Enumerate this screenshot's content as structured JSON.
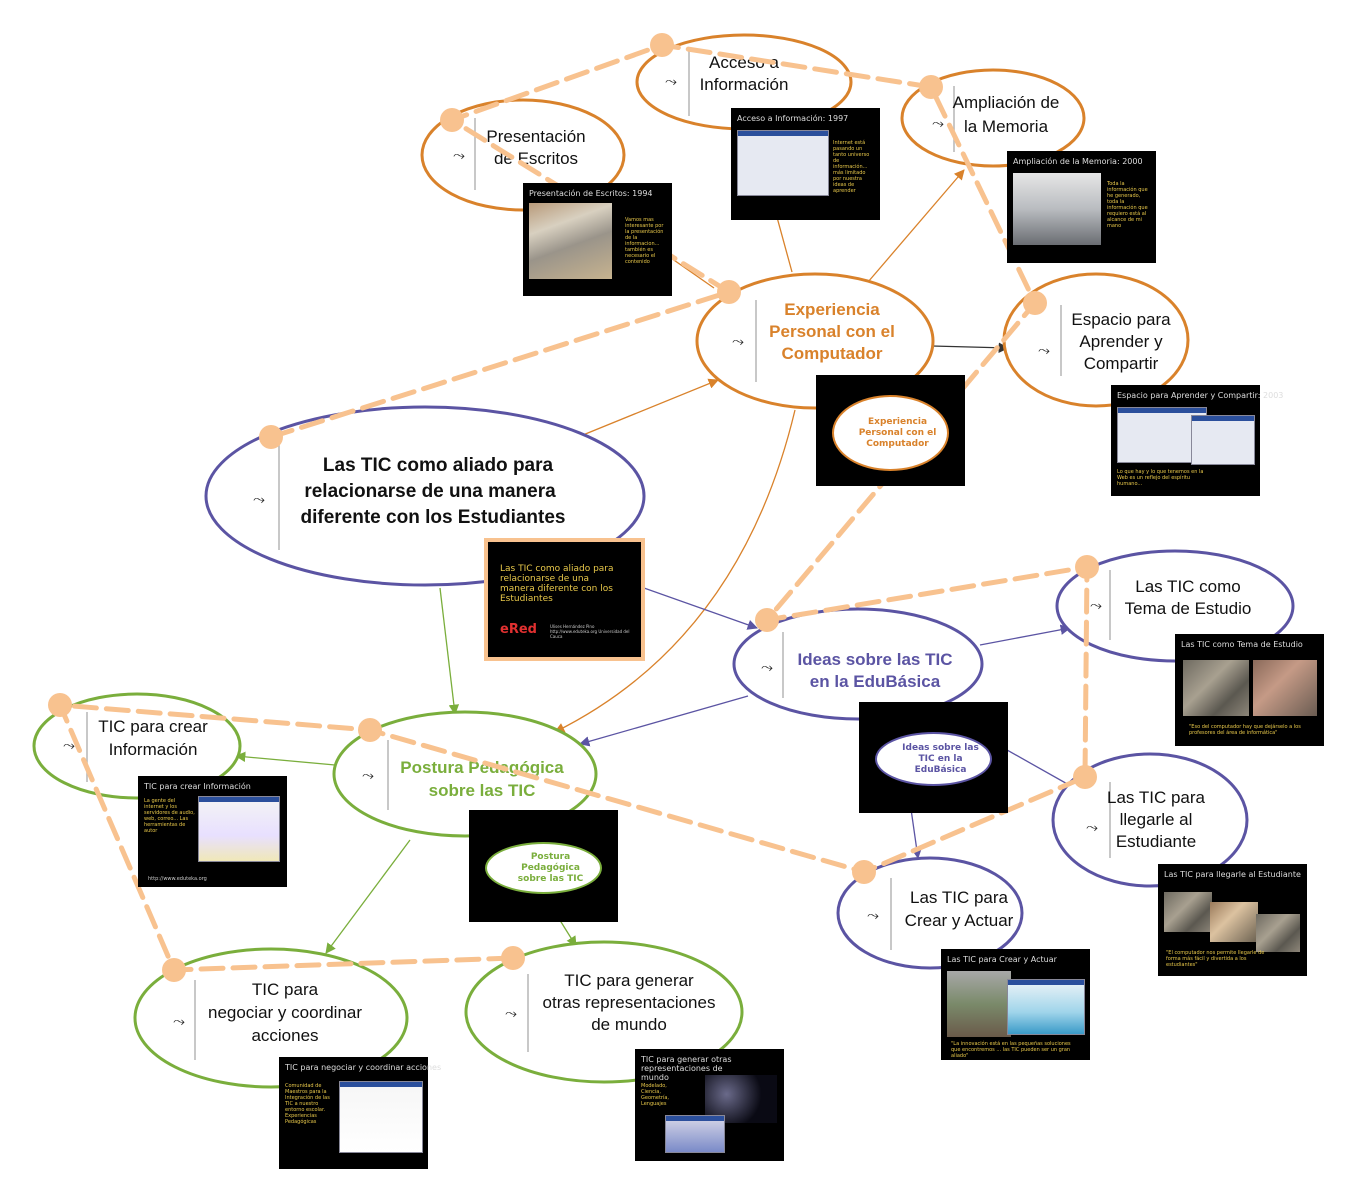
{
  "nodes": [
    {
      "id": "acceso",
      "lines": [
        "Acceso a",
        "Información"
      ],
      "color": "#d9822b",
      "bold": false
    },
    {
      "id": "presentacion",
      "lines": [
        "Presentación",
        "de Escritos"
      ],
      "color": "#d9822b",
      "bold": false
    },
    {
      "id": "ampliacion",
      "lines": [
        "Ampliación de",
        "la Memoria"
      ],
      "color": "#d9822b",
      "bold": false
    },
    {
      "id": "experiencia",
      "lines": [
        "Experiencia",
        "Personal con el",
        "Computador"
      ],
      "color": "#d9822b",
      "bold": true
    },
    {
      "id": "espacio",
      "lines": [
        "Espacio para",
        "Aprender y",
        "Compartir"
      ],
      "color": "#d9822b",
      "bold": false
    },
    {
      "id": "central",
      "lines": [
        "Las TIC como aliado para",
        "relacionarse de una manera",
        "diferente con los Estudiantes"
      ],
      "color": "#5b54a3",
      "bold": true
    },
    {
      "id": "ideas",
      "lines": [
        "Ideas sobre las TIC",
        "en la EduBásica"
      ],
      "color": "#5b54a3",
      "bold": true
    },
    {
      "id": "tema",
      "lines": [
        "Las TIC como",
        "Tema de Estudio"
      ],
      "color": "#5b54a3",
      "bold": false
    },
    {
      "id": "llegarle",
      "lines": [
        "Las TIC para",
        "llegarle al",
        "Estudiante"
      ],
      "color": "#5b54a3",
      "bold": false
    },
    {
      "id": "crearactuar",
      "lines": [
        "Las TIC para",
        "Crear y Actuar"
      ],
      "color": "#5b54a3",
      "bold": false
    },
    {
      "id": "postura",
      "lines": [
        "Postura Pedagógica",
        "sobre las TIC"
      ],
      "color": "#7aae3c",
      "bold": true
    },
    {
      "id": "crearinfo",
      "lines": [
        "TIC para crear",
        "Información"
      ],
      "color": "#7aae3c",
      "bold": false
    },
    {
      "id": "negociar",
      "lines": [
        "TIC para",
        "negociar y coordinar",
        "acciones"
      ],
      "color": "#7aae3c",
      "bold": false
    },
    {
      "id": "generar",
      "lines": [
        "TIC para generar",
        "otras representaciones",
        "de mundo"
      ],
      "color": "#7aae3c",
      "bold": false
    }
  ],
  "thumbnails": {
    "acceso": {
      "title": "Acceso a Información: 1997",
      "text": "Internet está pasando un tanto universo de información... más limitado por nuestra ideas de aprender"
    },
    "presentacion": {
      "title": "Presentación de Escritos: 1994",
      "text": "Vamos mas interesante por la presentación de la informacion... también es necesario el contenido"
    },
    "ampliacion": {
      "title": "Ampliación de la Memoria: 2000",
      "text": "Toda la información que he generado, toda la información que requiero está al alcance de mi mano"
    },
    "experiencia": {
      "title": "",
      "text": ""
    },
    "espacio": {
      "title": "Espacio para Aprender y Compartir: 2003",
      "text": "Lo que hay y lo que tenemos en la Web es un reflejo del espíritu humano..."
    },
    "central": {
      "title": "",
      "text": "Las TIC como aliado para relacionarse de una manera diferente con los Estudiantes",
      "footer": "Ulises Hernández Pino http://www.eduteka.org Universidad del Cauca",
      "logo": "eRed"
    },
    "tema": {
      "title": "Las TIC como Tema de Estudio",
      "text": "\"Eso del computador hay que dejárselo a los profesores del área de informática\""
    },
    "llegarle": {
      "title": "Las TIC para llegarle al Estudiante",
      "text": "\"El computador nos permite llegarle de forma más fácil y divertida a los estudiantes\""
    },
    "crearactuar": {
      "title": "Las TIC para Crear y Actuar",
      "text": "\"La innovación está en las pequeñas soluciones que encontremos ... las TIC pueden ser un gran aliado\""
    },
    "crearinfo": {
      "title": "TIC para crear Información",
      "text": "La gente del internet y los servidores de audio, web, correo... Las herramientas de autor",
      "footer": "http://www.eduteka.org"
    },
    "negociar": {
      "title": "TIC para negociar y coordinar acciones",
      "text": "Comunidad de Maestros para la Integración de las TIC a nuestro entorno escolar. Experiencias Pedagógicas"
    },
    "generar": {
      "title": "TIC para generar otras representaciones de mundo",
      "text": "Modelado, Ciencia, Geometría, Lenguajes"
    }
  },
  "colors": {
    "orange": "#d9822b",
    "purple": "#5b54a3",
    "green": "#7aae3c",
    "path": "#f8c28f",
    "dark_arrow": "#333333"
  }
}
